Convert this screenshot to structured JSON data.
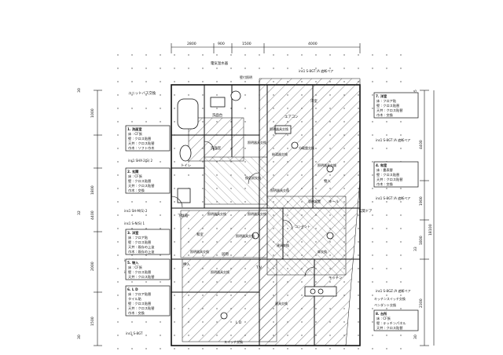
{
  "dimensions": {
    "top": [
      "2800",
      "900",
      "1500",
      "4000"
    ],
    "left": [
      "1000",
      "1800",
      "4400",
      "2000",
      "1500"
    ],
    "right": [
      "4400",
      "1900",
      "1800",
      "18100",
      "2300"
    ],
    "side_small_left": [
      "30",
      "32",
      "30"
    ],
    "side_small_right": [
      "35",
      "33",
      "30"
    ]
  },
  "room_labels": {
    "unit_bath": "ユニットバス交換",
    "heater": "電気温水器",
    "sink": "洗面台",
    "wash_room": "洗面室",
    "toilet": "トイレ",
    "entrance_door": "玄関ドア",
    "hall": "ホール",
    "western_room": "洋室",
    "living": "居間",
    "ldk": "L D",
    "storage": "物入",
    "kitchen": "キッチン",
    "closet": "押入",
    "tatami": "和室",
    "aircon": "エアコン",
    "shoe_box": "下駄箱",
    "tv": "T V"
  },
  "notes": {
    "n1": "壁付照明",
    "n2": "照明器具交換",
    "n3": "照明器具交換",
    "n4": "分電盤交換",
    "n5": "給湯器交換",
    "n6": "照明器具交換",
    "n7": "換気扇交換",
    "n8": "照明器具交換",
    "n9": "収納設置",
    "n10": "照明器具交換",
    "n11": "照明器具交換",
    "n12": "照明器具交換",
    "n13": "コンセント",
    "n14": "照明器具交換",
    "n15": "建具交換",
    "n16": "扉交換",
    "n17": "照明器具交換",
    "n18": "スイッチ交換",
    "n19": "キッチンスイッチ交換",
    "n20": "ペンダント交換",
    "n21": "建具交換"
  },
  "spec_labels": {
    "ins1": "ins1 SHX-2(S) 2",
    "ins2": "ins1 SH-M(S) 2",
    "ins3": "ins1 S-N(S) 1",
    "ins4": "ins1 SHL-40(S)",
    "ins5": "ins1 SHL-40(S)",
    "ins6": "ins1 S-8GT",
    "ins7": "ins1 S-8GT /A 遮断ペア",
    "ins8": "ins1 S-8GZ /A 遮断ペア",
    "ins9": "ins1 S-8GT /A 遮断ペア",
    "ins_top": "ins1 S-8GT /A 遮断ペア"
  },
  "spec_boxes": [
    {
      "title": "1. 洗面室",
      "lines": [
        "床 : CF張",
        "壁 : クロス貼替",
        "天井 : クロス貼替",
        "巾木 : ソフト巾木"
      ]
    },
    {
      "title": "2. 玄関",
      "lines": [
        "床 : CF張",
        "壁 : クロス貼替",
        "天井 : クロス貼替",
        "巾木 : 交換"
      ]
    },
    {
      "title": "3. 洋室",
      "lines": [
        "床 : フロア貼",
        "壁 : クロス貼替",
        "天井 : 既存の上塗",
        "巾木 : 既存の上塗"
      ]
    },
    {
      "title": "4. 和室",
      "lines": [
        "床 : 畳表替",
        "壁 : クロス貼替",
        "天井 : クロス貼替",
        "巾木 : 交換"
      ]
    },
    {
      "title": "5. 物入",
      "lines": [
        "床 : CF張",
        "壁 : クロス貼替",
        "天井 : クロス貼替"
      ]
    },
    {
      "title": "6. L D",
      "lines": [
        "床 : フロア貼替",
        "タイル貼",
        "壁 : クロス貼替",
        "天井 : クロス貼替",
        "巾木 : 交換"
      ]
    },
    {
      "title": "7. 洋室",
      "lines": [
        "床 : フロア貼",
        "壁 : クロス貼替",
        "天井 : クロス貼替",
        "巾木 : 交換"
      ]
    },
    {
      "title": "8. 台所",
      "lines": [
        "床 : CF張",
        "壁 : キッチンパネル",
        "天井 : クロス貼替"
      ]
    }
  ]
}
